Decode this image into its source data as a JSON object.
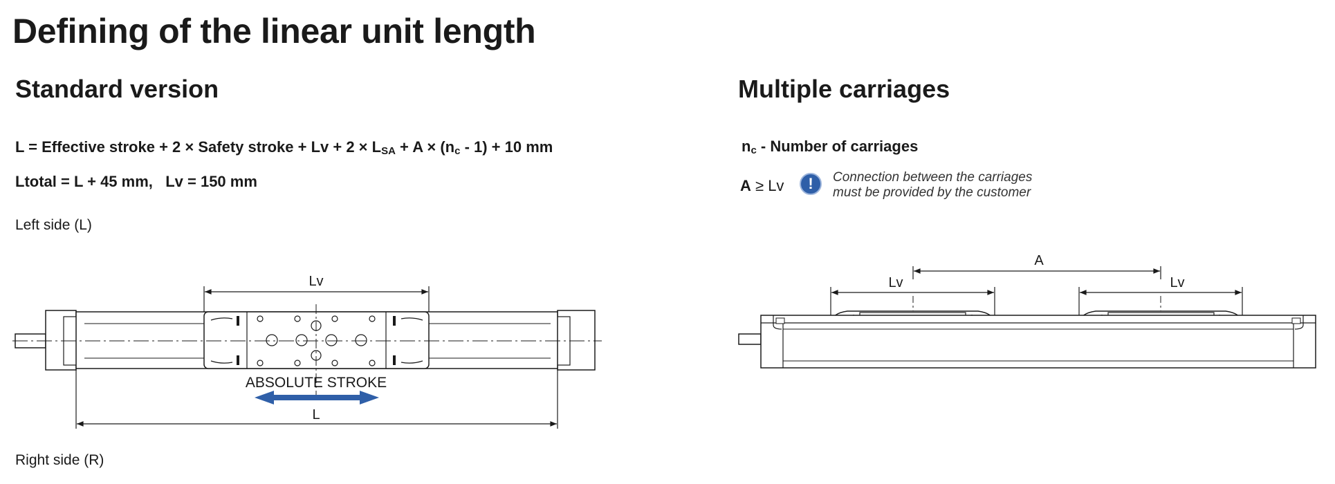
{
  "title": "Defining of the linear unit length",
  "standard": {
    "heading": "Standard version",
    "formula1": {
      "text": "L = Effective stroke + 2 × Safety stroke + Lv + 2 × L",
      "sub_sa": "SA",
      "mid": " + A × (n",
      "sub_c": "c",
      "tail": " - 1) + 10 mm"
    },
    "formula2": "Ltotal = L + 45 mm,   Lv = 150 mm",
    "left_label": "Left side (L)",
    "right_label": "Right side (R)",
    "diagram": {
      "dim_lv": "Lv",
      "dim_l": "L",
      "stroke_label": "ABSOLUTE STROKE"
    }
  },
  "multiple": {
    "heading": "Multiple carriages",
    "nc_symbol": "n",
    "nc_sub": "c",
    "nc_text": " - Number of carriages",
    "a_ge_bold": "A",
    "a_ge_rest": " ≥ Lv",
    "info_icon": "exclamation-icon",
    "note_line1": "Connection between the carriages",
    "note_line2": "must be provided by the customer",
    "diagram": {
      "dim_a": "A",
      "dim_lv_left": "Lv",
      "dim_lv_right": "Lv"
    }
  },
  "colors": {
    "accent_blue": "#2f5fa8",
    "line": "#1a1a1a"
  }
}
